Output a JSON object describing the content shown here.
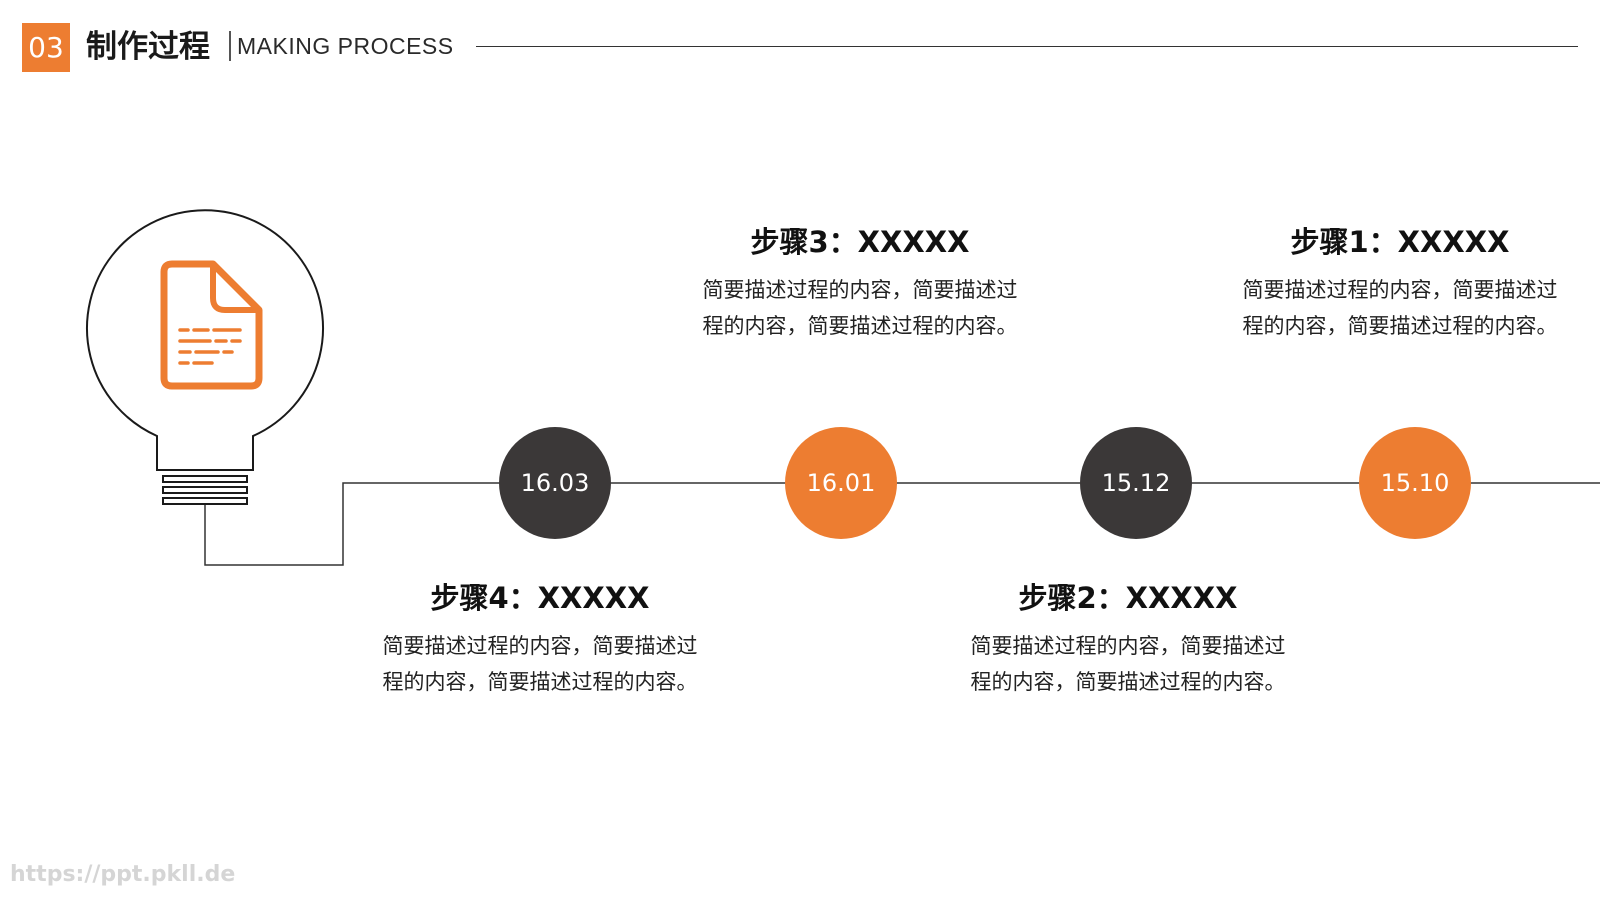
{
  "header": {
    "number": "03",
    "title_cn": "制作过程",
    "title_en": "MAKING PROCESS"
  },
  "colors": {
    "accent": "#ed7d31",
    "dark": "#3b3838",
    "line": "#333333"
  },
  "icons": {
    "bulb": "lightbulb-outline",
    "document": "document-icon"
  },
  "timeline": [
    {
      "date": "16.03",
      "style": "dark"
    },
    {
      "date": "16.01",
      "style": "orange"
    },
    {
      "date": "15.12",
      "style": "dark"
    },
    {
      "date": "15.10",
      "style": "orange"
    }
  ],
  "steps": [
    {
      "title": "步骤1：XXXXX",
      "desc": "简要描述过程的内容，简要描述过程的内容，简要描述过程的内容。"
    },
    {
      "title": "步骤2：XXXXX",
      "desc": "简要描述过程的内容，简要描述过程的内容，简要描述过程的内容。"
    },
    {
      "title": "步骤3：XXXXX",
      "desc": "简要描述过程的内容，简要描述过程的内容，简要描述过程的内容。"
    },
    {
      "title": "步骤4：XXXXX",
      "desc": "简要描述过程的内容，简要描述过程的内容，简要描述过程的内容。"
    }
  ],
  "watermark": "https://ppt.pkll.de"
}
